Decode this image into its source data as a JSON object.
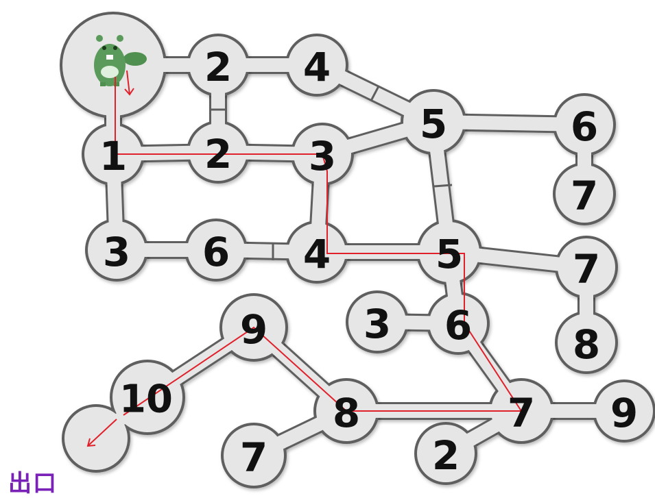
{
  "puzzle": {
    "exit_label": "出口",
    "nodes": [
      {
        "id": "n2a",
        "value": "2"
      },
      {
        "id": "n4a",
        "value": "4"
      },
      {
        "id": "n1",
        "value": "1"
      },
      {
        "id": "n2b",
        "value": "2"
      },
      {
        "id": "n3a",
        "value": "3"
      },
      {
        "id": "n5a",
        "value": "5"
      },
      {
        "id": "n6a",
        "value": "6"
      },
      {
        "id": "n7a",
        "value": "7"
      },
      {
        "id": "n3b",
        "value": "3"
      },
      {
        "id": "n6b",
        "value": "6"
      },
      {
        "id": "n4b",
        "value": "4"
      },
      {
        "id": "n5b",
        "value": "5"
      },
      {
        "id": "n7b",
        "value": "7"
      },
      {
        "id": "n3c",
        "value": "3"
      },
      {
        "id": "n6c",
        "value": "6"
      },
      {
        "id": "n8a",
        "value": "8"
      },
      {
        "id": "n9a",
        "value": "9"
      },
      {
        "id": "n10",
        "value": "10"
      },
      {
        "id": "n8b",
        "value": "8"
      },
      {
        "id": "n7c",
        "value": "7"
      },
      {
        "id": "n9b",
        "value": "9"
      },
      {
        "id": "n7d",
        "value": "7"
      },
      {
        "id": "n2c",
        "value": "2"
      }
    ],
    "colors": {
      "path": "#e0202a",
      "board": "#e6e6e6",
      "outline": "#5a5a5a",
      "number": "#111111",
      "exit_label": "#7a22b8",
      "beaver": "#5a9a5a"
    },
    "icons": [
      "beaver-icon",
      "start-arrow-icon",
      "exit-arrow-icon"
    ]
  }
}
